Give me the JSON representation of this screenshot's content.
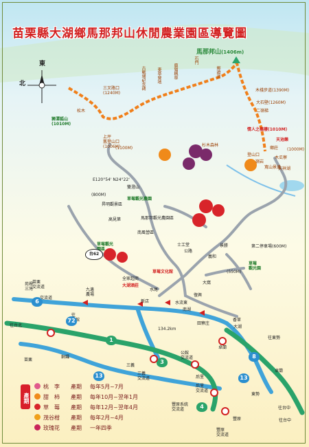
{
  "title": "苗栗縣大湖鄉馬那邦山休閒農業園區導覽圖",
  "peak": {
    "name": "馬那邦山",
    "elevation": "(1406m)"
  },
  "compass": {
    "north": "北",
    "east": "東"
  },
  "colors": {
    "title": "#d21f1f",
    "trail": "#f07f1a",
    "road": "#9aa3ad",
    "highway": "#3fa3d9",
    "freeway": "#2aa36a",
    "river": "#5aaee6"
  },
  "mountain_labels": [
    {
      "id": "fox-mtn",
      "text": "狮潭狐山\n(1010M)"
    },
    {
      "id": "songmu",
      "text": "松木"
    },
    {
      "id": "sandui",
      "text": "三叉路口\n(1240M)"
    },
    {
      "id": "gushi",
      "text": "古戰場紀念碑"
    },
    {
      "id": "dongjiang",
      "text": "東草營地"
    },
    {
      "id": "lumeng",
      "text": "鹿猫楓林"
    },
    {
      "id": "shimen",
      "text": "石門"
    },
    {
      "id": "shiming",
      "text": "郵證道"
    },
    {
      "id": "damu",
      "text": "木棧步道(1390M)"
    },
    {
      "id": "dashigong",
      "text": "大石壁(1260M)"
    },
    {
      "id": "eriyao",
      "text": "二嶺梯"
    },
    {
      "id": "qinglu",
      "text": "情人之橋樓(1010M)"
    },
    {
      "id": "tianchi",
      "text": "天池樂"
    },
    {
      "id": "jiayang",
      "text": "(1000M)"
    },
    {
      "id": "shangpinshan",
      "text": "上坪\n舊登山口\n(1006M)"
    },
    {
      "id": "yuhong",
      "text": "(1100M)"
    },
    {
      "id": "songmu-forest",
      "text": "杉木森林"
    },
    {
      "id": "dengshan",
      "text": "登山口"
    },
    {
      "id": "zhuangde",
      "text": "鄉莊"
    },
    {
      "id": "muli",
      "text": "木瓜寮"
    },
    {
      "id": "lingchong",
      "text": "嶺岩"
    },
    {
      "id": "tianhu",
      "text": "天祥湖"
    },
    {
      "id": "baiyun",
      "text": "寬山景邊"
    }
  ],
  "place_labels": [
    {
      "id": "coord",
      "text": "E120°54' N24°22'"
    },
    {
      "id": "lishan",
      "text": "(800M)"
    },
    {
      "id": "shuangsheng",
      "text": "雙澄山"
    },
    {
      "id": "xifeng",
      "text": "昇明觀景區"
    },
    {
      "id": "gaozhu",
      "text": "高見第"
    },
    {
      "id": "liyuan",
      "text": "馬那邦觀光農園區"
    },
    {
      "id": "nanfeng",
      "text": "南風營區"
    },
    {
      "id": "zhuwei",
      "text": "草莓觀光農園"
    },
    {
      "id": "shaoxiang",
      "text": "草莓觀光\n園區"
    },
    {
      "id": "jiuyi",
      "text": "九邊\n農場"
    },
    {
      "id": "dahu",
      "text": "大湖酒莊"
    },
    {
      "id": "xinlin",
      "text": "新店"
    },
    {
      "id": "tianshui",
      "text": "水尾"
    },
    {
      "id": "caomeikan",
      "text": "草莓文化館"
    },
    {
      "id": "quanbao",
      "text": "全家超商"
    },
    {
      "id": "shigongtang",
      "text": "士工堂"
    },
    {
      "id": "gonglu",
      "text": "公路"
    },
    {
      "id": "yiwu",
      "text": "義和"
    },
    {
      "id": "jinbao",
      "text": "景勝"
    },
    {
      "id": "dongxing",
      "text": "第二停車場(600M)"
    },
    {
      "id": "caolu",
      "text": "草莓\n觀光園"
    },
    {
      "id": "gonglu2",
      "text": "(550M)"
    },
    {
      "id": "dayuan",
      "text": "大窩"
    },
    {
      "id": "fuxing",
      "text": "復興"
    },
    {
      "id": "shuiliu",
      "text": "水流東"
    },
    {
      "id": "tianliao",
      "text": "田寮庄"
    },
    {
      "id": "dahu-town",
      "text": "大湖"
    },
    {
      "id": "xiangcao",
      "text": "香草"
    },
    {
      "id": "nanhu",
      "text": "南湖"
    },
    {
      "id": "zhuolan",
      "text": "卓蘭"
    },
    {
      "id": "sanyi",
      "text": "三義"
    },
    {
      "id": "tongluo",
      "text": "銅鑼"
    },
    {
      "id": "miaoli",
      "text": "苗栗"
    },
    {
      "id": "houli",
      "text": "后里"
    },
    {
      "id": "fengyuan",
      "text": "豐原"
    },
    {
      "id": "toufen",
      "text": "苑裡\n三灣"
    },
    {
      "id": "dongshi",
      "text": "東勢"
    },
    {
      "id": "zhuoshi",
      "text": "卓蘭"
    },
    {
      "id": "km",
      "text": "134.2km"
    },
    {
      "id": "toTaipei",
      "text": "往台北"
    },
    {
      "id": "toTaichung",
      "text": "往台中"
    },
    {
      "id": "toTaichung2",
      "text": "往台中"
    },
    {
      "id": "toDongshi",
      "text": "往東勢"
    },
    {
      "id": "fengyuanjc",
      "text": "豐原\n交流道"
    },
    {
      "id": "sanyijc",
      "text": "三義\n交流道"
    },
    {
      "id": "houlijc",
      "text": "后里\n交流道"
    },
    {
      "id": "xiangnanjc",
      "text": "苗栗\n交流道"
    },
    {
      "id": "shuiyuanjc",
      "text": "公館\n交流道"
    },
    {
      "id": "syjc",
      "text": "豐原系統\n交流道"
    },
    {
      "id": "wuqi",
      "text": "往\n公館"
    },
    {
      "id": "jiaozhe",
      "text": "交流道"
    }
  ],
  "route_shields": [
    {
      "id": "r6",
      "text": "6",
      "color": "#2b8fcf"
    },
    {
      "id": "r72",
      "text": "72",
      "color": "#2b8fcf"
    },
    {
      "id": "r1",
      "text": "1",
      "color": "#2aa36a"
    },
    {
      "id": "r3",
      "text": "3",
      "color": "#2aa36a"
    },
    {
      "id": "r13",
      "text": "13",
      "color": "#2b8fcf"
    },
    {
      "id": "r13b",
      "text": "13",
      "color": "#2b8fcf"
    },
    {
      "id": "r8",
      "text": "8",
      "color": "#2b8fcf"
    },
    {
      "id": "r4",
      "text": "4",
      "color": "#2aa36a"
    },
    {
      "id": "r62",
      "text": "台62",
      "color": "#ffffff"
    }
  ],
  "legend": {
    "tag": "產期",
    "rows": [
      {
        "fruit": "桃　李",
        "type": "產期",
        "season": "每年5月~7月",
        "color": "#e05a8c"
      },
      {
        "fruit": "甜　柿",
        "type": "產期",
        "season": "每年10月~翌年1月",
        "color": "#f08a1a"
      },
      {
        "fruit": "草　莓",
        "type": "產期",
        "season": "每年12月~翌年4月",
        "color": "#d8242a"
      },
      {
        "fruit": "茂谷柑",
        "type": "產期",
        "season": "每年2月~4月",
        "color": "#f0a01a"
      },
      {
        "fruit": "玫瑰花",
        "type": "產期",
        "season": "一年四季",
        "color": "#c8245a"
      }
    ]
  }
}
